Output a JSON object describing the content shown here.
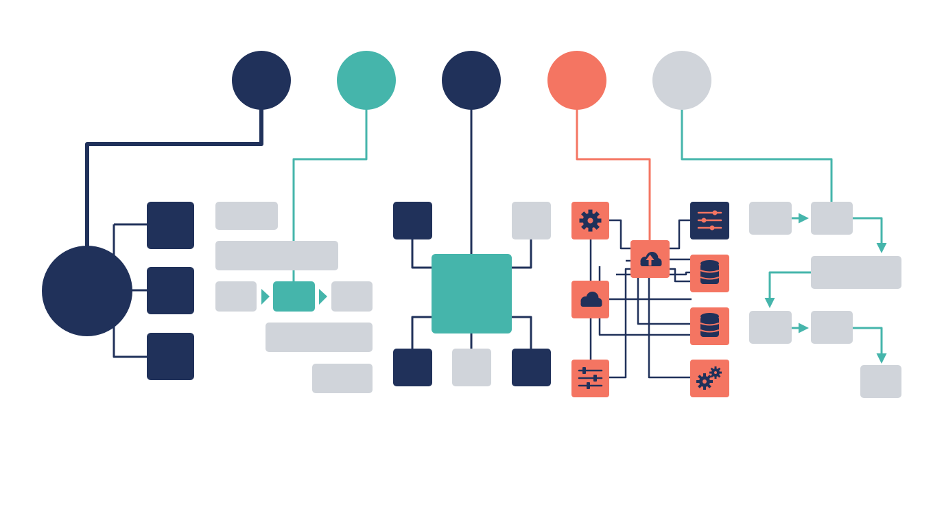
{
  "palette": {
    "navy": "#20315a",
    "teal": "#45b5ab",
    "coral": "#f47562",
    "gray": "#d0d4da",
    "background": "#ffffff"
  },
  "top_nodes": [
    {
      "color": "navy"
    },
    {
      "color": "teal"
    },
    {
      "color": "navy"
    },
    {
      "color": "coral"
    },
    {
      "color": "gray"
    }
  ],
  "icons": [
    "gear-icon",
    "cloud-upload-icon",
    "sliders-icon",
    "cloud-icon",
    "database-icon",
    "database-icon",
    "sliders-icon",
    "gears-icon"
  ]
}
